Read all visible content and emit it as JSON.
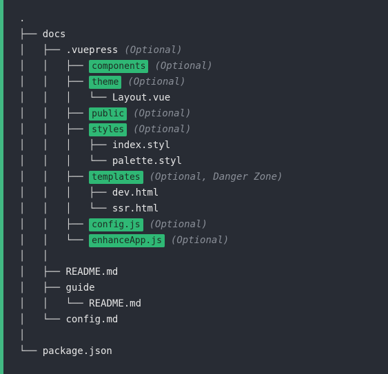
{
  "tree": {
    "lines": [
      {
        "prefix": ".",
        "name": "",
        "tag": "",
        "note": ""
      },
      {
        "prefix": "├── ",
        "name": "docs",
        "tag": "",
        "note": ""
      },
      {
        "prefix": "│   ├── ",
        "name": ".vuepress",
        "tag": "",
        "note": "(Optional)"
      },
      {
        "prefix": "│   │   ├── ",
        "name": "",
        "tag": "components",
        "note": "(Optional)"
      },
      {
        "prefix": "│   │   ├── ",
        "name": "",
        "tag": "theme",
        "note": "(Optional)"
      },
      {
        "prefix": "│   │   │   └── ",
        "name": "Layout.vue",
        "tag": "",
        "note": ""
      },
      {
        "prefix": "│   │   ├── ",
        "name": "",
        "tag": "public",
        "note": "(Optional)"
      },
      {
        "prefix": "│   │   ├── ",
        "name": "",
        "tag": "styles",
        "note": "(Optional)"
      },
      {
        "prefix": "│   │   │   ├── ",
        "name": "index.styl",
        "tag": "",
        "note": ""
      },
      {
        "prefix": "│   │   │   └── ",
        "name": "palette.styl",
        "tag": "",
        "note": ""
      },
      {
        "prefix": "│   │   ├── ",
        "name": "",
        "tag": "templates",
        "note": "(Optional, Danger Zone)"
      },
      {
        "prefix": "│   │   │   ├── ",
        "name": "dev.html",
        "tag": "",
        "note": ""
      },
      {
        "prefix": "│   │   │   └── ",
        "name": "ssr.html",
        "tag": "",
        "note": ""
      },
      {
        "prefix": "│   │   ├── ",
        "name": "",
        "tag": "config.js",
        "note": "(Optional)"
      },
      {
        "prefix": "│   │   └── ",
        "name": "",
        "tag": "enhanceApp.js",
        "note": "(Optional)"
      },
      {
        "prefix": "│   │",
        "name": "",
        "tag": "",
        "note": ""
      },
      {
        "prefix": "│   ├── ",
        "name": "README.md",
        "tag": "",
        "note": ""
      },
      {
        "prefix": "│   ├── ",
        "name": "guide",
        "tag": "",
        "note": ""
      },
      {
        "prefix": "│   │   └── ",
        "name": "README.md",
        "tag": "",
        "note": ""
      },
      {
        "prefix": "│   └── ",
        "name": "config.md",
        "tag": "",
        "note": ""
      },
      {
        "prefix": "│",
        "name": "",
        "tag": "",
        "note": ""
      },
      {
        "prefix": "└── ",
        "name": "package.json",
        "tag": "",
        "note": ""
      }
    ]
  },
  "colors": {
    "background": "#282c34",
    "accent_border": "#42b983",
    "tag_background": "#2fb875",
    "note_text": "#8a8f98",
    "text": "#e6e6e6"
  }
}
